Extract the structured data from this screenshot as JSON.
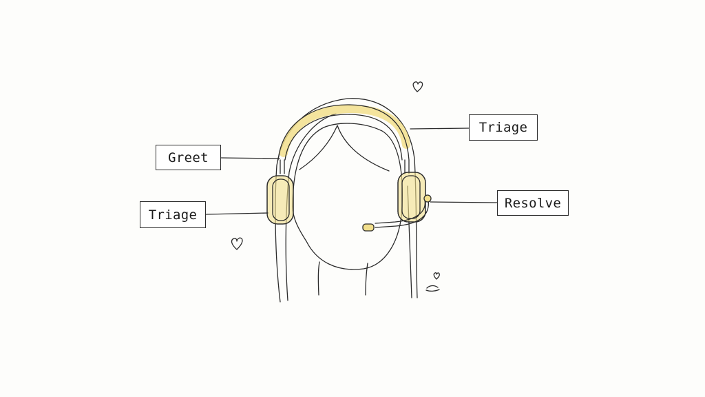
{
  "diagram": {
    "center": "headset-wearing-person",
    "labels": {
      "greet": "Greet",
      "triage_left": "Triage",
      "triage_right": "Triage",
      "resolve": "Resolve"
    },
    "colors": {
      "ink": "#2b2b2b",
      "headset_accent": "#f2df8c",
      "label_shadow": "#e4e8df",
      "background": "#fdfdfb"
    }
  }
}
